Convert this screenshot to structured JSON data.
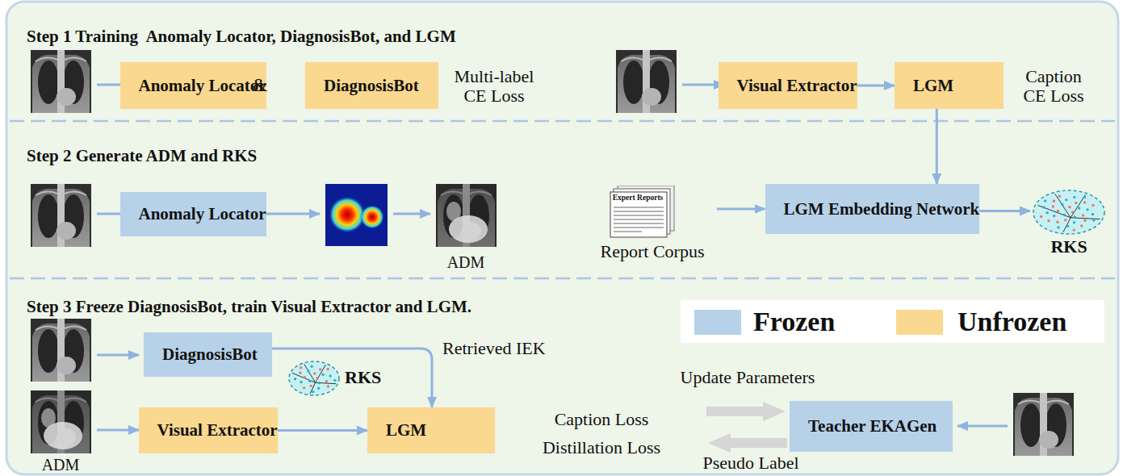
{
  "diagram": {
    "nodes": [
      {
        "text": [
          "Step 1 Training  Anomaly Locator, DiagnosisBot, and LGM"
        ]
      },
      {
        "text": [
          "Anomaly Locator"
        ],
        "in": 0
      },
      {
        "text": [
          "DiagnosisBot"
        ],
        "in": 0
      },
      {
        "text": [
          "Visual Extractor"
        ],
        "in": 0
      },
      {
        "text": [
          "LGM"
        ],
        "in": 0
      },
      {
        "text": [
          "Step 2 Generate ADM and RKS"
        ]
      },
      {
        "text": [
          "Anomaly Locator"
        ],
        "in": 5
      },
      {
        "text": [
          "Expert Reports",
          "Report Corpus"
        ],
        "in": 5
      },
      {
        "text": [
          "LGM Embedding Network"
        ],
        "in": 5
      },
      {
        "text": [
          "RKS"
        ],
        "in": 5
      },
      {
        "text": [
          "Step 3 Freeze DiagnosisBot, train Visual Extractor and LGM."
        ]
      },
      {
        "text": [
          "DiagnosisBot"
        ],
        "in": 10
      },
      {
        "text": [
          "RKS"
        ],
        "in": 10
      },
      {
        "text": [
          "Visual Extractor"
        ],
        "in": 10
      },
      {
        "text": [
          "LGM"
        ],
        "in": 10
      },
      {
        "text": [
          "Teacher EKAGen"
        ],
        "in": 10
      }
    ],
    "edges": [
      {
        "from": 3,
        "to": 4,
        "arrow": "to"
      },
      {
        "from": 4,
        "to": 8,
        "arrow": "to"
      },
      {
        "from": 7,
        "to": 8,
        "arrow": "to"
      },
      {
        "from": 8,
        "to": 9,
        "arrow": "to"
      },
      {
        "from": 11,
        "to": 14,
        "label": "Retrieved IEK",
        "arrow": "to"
      },
      {
        "from": 13,
        "to": 14,
        "arrow": "to"
      }
    ],
    "labels": [
      "&",
      "Multi-label CE Loss",
      "Caption CE Loss",
      "ADM",
      "Caption Loss",
      "Distillation Loss",
      "Update Parameters",
      "Pseudo Label",
      "ADM"
    ],
    "legend": [
      {
        "text": "Frozen",
        "color": "#b7d1e9"
      },
      {
        "text": "Unfrozen",
        "color": "#fbd88f"
      }
    ]
  }
}
